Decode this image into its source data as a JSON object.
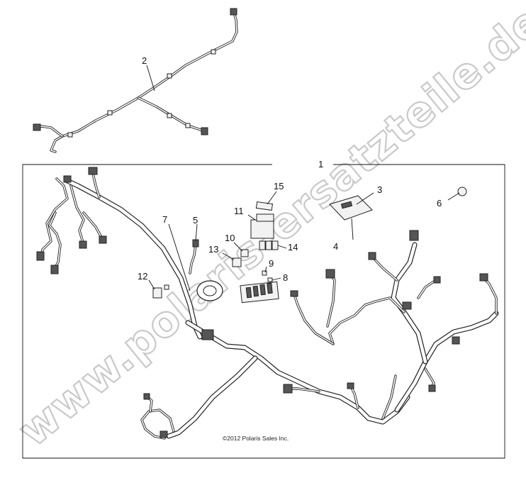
{
  "diagram": {
    "callouts": [
      "1",
      "2",
      "3",
      "4",
      "5",
      "6",
      "7",
      "8",
      "9",
      "10",
      "11",
      "12",
      "13",
      "14",
      "15"
    ],
    "copyright": "©2012 Polaris Sales Inc.",
    "watermark": "www.polaris-ersatzteile.de"
  }
}
